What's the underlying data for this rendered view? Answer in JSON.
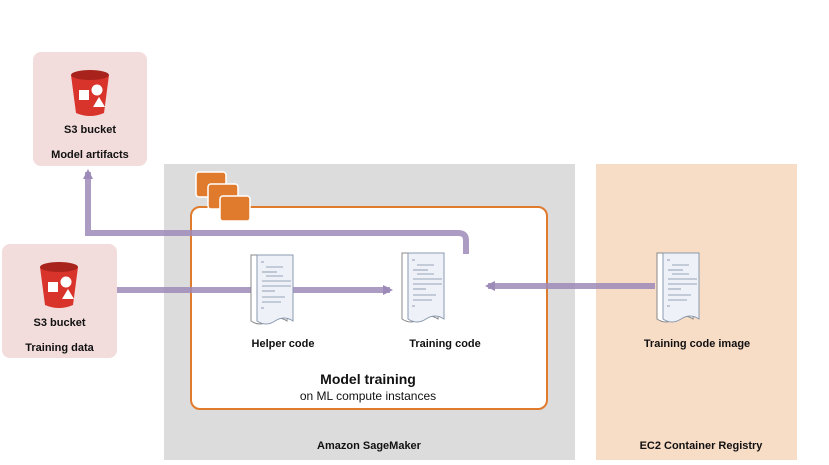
{
  "s3_artifacts": {
    "title": "S3 bucket",
    "caption": "Model artifacts"
  },
  "s3_training": {
    "title": "S3 bucket",
    "caption": "Training data"
  },
  "helper_code": {
    "label": "Helper code"
  },
  "training_code": {
    "label": "Training code"
  },
  "training_code_image": {
    "label": "Training code image"
  },
  "model_training": {
    "title": "Model training",
    "subtitle": "on ML compute instances"
  },
  "sagemaker": {
    "label": "Amazon SageMaker"
  },
  "ecr": {
    "label": "EC2 Container Registry"
  },
  "icons": {
    "bucket": "s3-bucket-icon",
    "document": "code-document-icon",
    "instances": "compute-instances-icon"
  },
  "colors": {
    "bucket_red": "#d9342b",
    "arrow_purple": "#9d8ab8",
    "orange": "#e07b2e"
  }
}
